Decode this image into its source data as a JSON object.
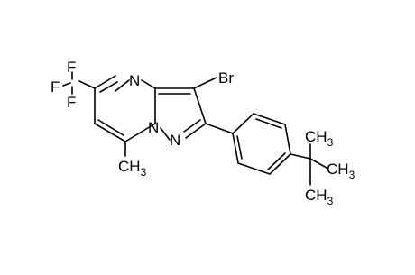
{
  "molecule": {
    "labels": {
      "n_top": "N",
      "n_bridge": "N",
      "n_pyrazole": "N",
      "bromine": "Br",
      "fluorine_top": "F",
      "fluorine_left": "F",
      "fluorine_lower": "F",
      "methyl_c": "CH",
      "methyl_sub": "3",
      "tbu_upper_c": "CH",
      "tbu_upper_sub": "3",
      "tbu_right_c": "CH",
      "tbu_right_sub": "3",
      "tbu_lower_c": "CH",
      "tbu_lower_sub": "3"
    }
  }
}
